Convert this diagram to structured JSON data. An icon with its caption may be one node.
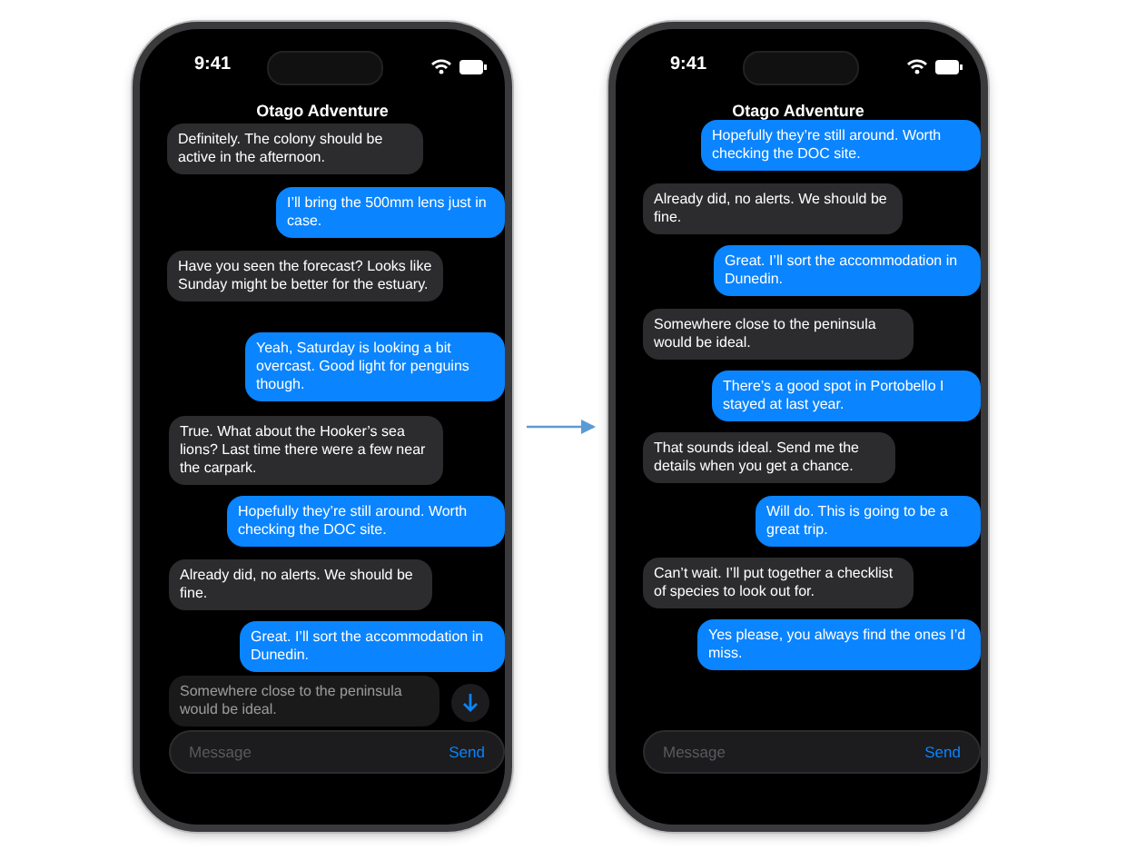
{
  "diagram": {
    "nodes": [
      {
        "text": [
          "9:41",
          "Otago Adventure"
        ]
      },
      {
        "text": [
          "Definitely. The colony should be active in the afternoon."
        ],
        "in": 0
      },
      {
        "text": [
          "I’ll bring the 500mm lens just in case."
        ],
        "in": 0
      },
      {
        "text": [
          "Have you seen the forecast? Looks like Sunday might be better for the estuary."
        ],
        "in": 0
      },
      {
        "text": [
          "Yeah, Saturday is looking a bit overcast. Good light for penguins though."
        ],
        "in": 0
      },
      {
        "text": [
          "True. What about the Hooker’s sea lions? Last time there were a few near the carpark."
        ],
        "in": 0
      },
      {
        "text": [
          "Hopefully they’re still around. Worth checking the DOC site."
        ],
        "in": 0
      },
      {
        "text": [
          "Already did, no alerts. We should be fine."
        ],
        "in": 0
      },
      {
        "text": [
          "Great. I’ll sort the accommodation in Dunedin."
        ],
        "in": 0
      },
      {
        "text": [
          "Somewhere close to the peninsula would be ideal."
        ],
        "in": 0
      },
      {
        "text": [
          "Message",
          "Send"
        ],
        "in": 0
      },
      {
        "text": [
          "9:41",
          "Otago Adventure"
        ]
      },
      {
        "text": [
          "Hopefully they’re still around. Worth checking the DOC site."
        ],
        "in": 11
      },
      {
        "text": [
          "Already did, no alerts. We should be fine."
        ],
        "in": 11
      },
      {
        "text": [
          "Great. I’ll sort the accommodation in Dunedin."
        ],
        "in": 11
      },
      {
        "text": [
          "Somewhere close to the peninsula would be ideal."
        ],
        "in": 11
      },
      {
        "text": [
          "There’s a good spot in Portobello I stayed at last year."
        ],
        "in": 11
      },
      {
        "text": [
          "That sounds ideal. Send me the details when you get a chance."
        ],
        "in": 11
      },
      {
        "text": [
          "Will do. This is going to be a great trip."
        ],
        "in": 11
      },
      {
        "text": [
          "Can’t wait. I’ll put together a checklist of species to look out for."
        ],
        "in": 11
      },
      {
        "text": [
          "Yes please, you always find the ones I’d miss."
        ],
        "in": 11
      },
      {
        "text": [
          "Message",
          "Send"
        ],
        "in": 11
      }
    ],
    "edges": [
      {
        "from": 0,
        "to": 11,
        "arrow": "to"
      }
    ]
  }
}
